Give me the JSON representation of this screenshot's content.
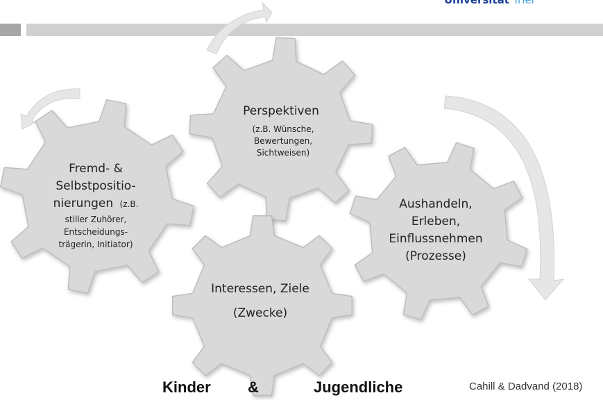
{
  "header": {
    "logo_text": "Universität Trier",
    "logo_prefix": "Universität",
    "logo_suffix": "Trier"
  },
  "gears": {
    "perspektiven": {
      "title": "Perspektiven",
      "lines": [
        "(z.B. Wünsche,",
        "Bewertungen,",
        "Sichtweisen)"
      ]
    },
    "positionierungen": {
      "lines": [
        "Fremd- &",
        "Selbstpositio-",
        "nierungen",
        "(z.B.",
        "stiller Zuhörer,",
        "Entscheidungs-",
        "trägerin, Initiator)"
      ]
    },
    "aushandeln": {
      "lines": [
        "Aushandeln,",
        "Erleben,",
        "Einflussnehmen",
        "(Prozesse)"
      ]
    },
    "interessen": {
      "lines": [
        "Interessen, Ziele",
        "(Zwecke)"
      ]
    }
  },
  "footer": {
    "label_left": "Kinder",
    "label_amp": "&",
    "label_right": "Jugendliche",
    "citation": "Cahill & Dadvand (2018)"
  },
  "colors": {
    "gear_fill": "#d9d9d9",
    "gear_stroke": "#bdbdbd",
    "arrow_fill": "#e6e6e6",
    "bar_dark": "#a6a6a6",
    "bar_light": "#d0d0d0"
  },
  "icons": [
    "curved-arrow-icon",
    "gear-icon"
  ]
}
